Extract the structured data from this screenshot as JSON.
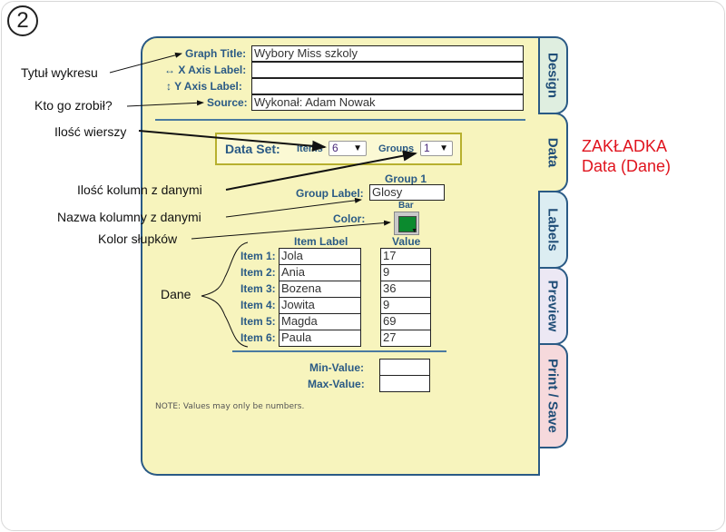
{
  "step_number": "2",
  "form": {
    "graph_title_label": "Graph Title:",
    "graph_title_value": "Wybory Miss szkoly",
    "x_axis_label": "X Axis Label:",
    "x_axis_icon": "↔",
    "x_axis_value": "",
    "y_axis_label": "Y Axis Label:",
    "y_axis_icon": "↕",
    "y_axis_value": "",
    "source_label": "Source:",
    "source_value": "Wykonał: Adam Nowak"
  },
  "dataset": {
    "title": "Data Set:",
    "items_label": "Items",
    "items_value": "6",
    "groups_label": "Groups",
    "groups_value": "1"
  },
  "group": {
    "header": "Group 1",
    "label_caption": "Group Label:",
    "label_value": "Glosy",
    "bar_caption": "Bar",
    "color_caption": "Color:",
    "color_hex": "#0b8a2e"
  },
  "items": {
    "col_label": "Item Label",
    "col_value": "Value",
    "rows": [
      {
        "name": "Item 1:",
        "label": "Jola",
        "value": "17"
      },
      {
        "name": "Item 2:",
        "label": "Ania",
        "value": "9"
      },
      {
        "name": "Item 3:",
        "label": "Bozena",
        "value": "36"
      },
      {
        "name": "Item 4:",
        "label": "Jowita",
        "value": "9"
      },
      {
        "name": "Item 5:",
        "label": "Magda",
        "value": "69"
      },
      {
        "name": "Item 6:",
        "label": "Paula",
        "value": "27"
      }
    ]
  },
  "range": {
    "min_label": "Min-Value:",
    "min_value": "",
    "max_label": "Max-Value:",
    "max_value": ""
  },
  "note": "NOTE: Values may only be numbers.",
  "tabs": [
    {
      "label": "Design",
      "color": "#dfeee0"
    },
    {
      "label": "Data",
      "color": "#f7f4bd"
    },
    {
      "label": "Labels",
      "color": "#dcedf2"
    },
    {
      "label": "Preview",
      "color": "#ece8f4"
    },
    {
      "label": "Print / Save",
      "color": "#f6d9dc"
    }
  ],
  "annotations": {
    "title": "Tytuł wykresu",
    "author": "Kto go zrobił?",
    "rows": "Ilość wierszy",
    "cols": "Ilość kolumn z danymi",
    "colname": "Nazwa kolumny z danymi",
    "color": "Kolor słupków",
    "data": "Dane",
    "tab_note_line1": "ZAKŁADKA",
    "tab_note_line2": "Data (Dane)"
  }
}
